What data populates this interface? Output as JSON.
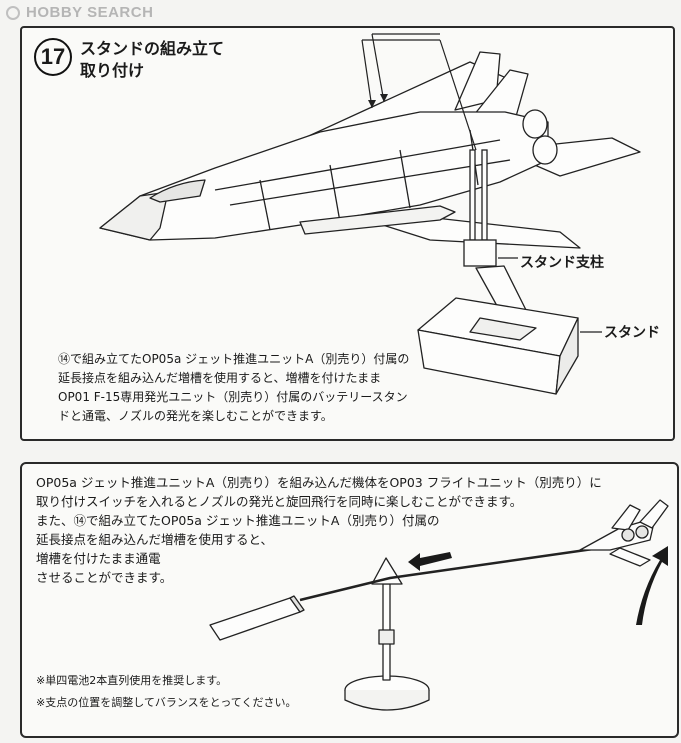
{
  "header": {
    "brand": "HOBBY SEARCH"
  },
  "step": {
    "number": "17",
    "title_line1": "スタンドの組み立て",
    "title_line2": "取り付け"
  },
  "labels": {
    "stand_strut": "スタンド支柱",
    "stand": "スタンド"
  },
  "description1": [
    "⑭で組み立てたOP05a ジェット推進ユニットA（別売り）付属の",
    "延長接点を組み込んだ増槽を使用すると、増槽を付けたまま",
    "OP01 F-15専用発光ユニット（別売り）付属のバッテリースタン",
    "ドと通電、ノズルの発光を楽しむことができます。"
  ],
  "description2": [
    "OP05a ジェット推進ユニットA（別売り）を組み込んだ機体をOP03 フライトユニット（別売り）に",
    "取り付けスイッチを入れるとノズルの発光と旋回飛行を同時に楽しむことができます。",
    "また、⑭で組み立てたOP05a ジェット推進ユニットA（別売り）付属の",
    "延長接点を組み込んだ増槽を使用すると、",
    "増槽を付けたまま通電",
    "させることができます。"
  ],
  "notes": [
    "※単四電池2本直列使用を推奨します。",
    "※支点の位置を調整してバランスをとってください。"
  ]
}
